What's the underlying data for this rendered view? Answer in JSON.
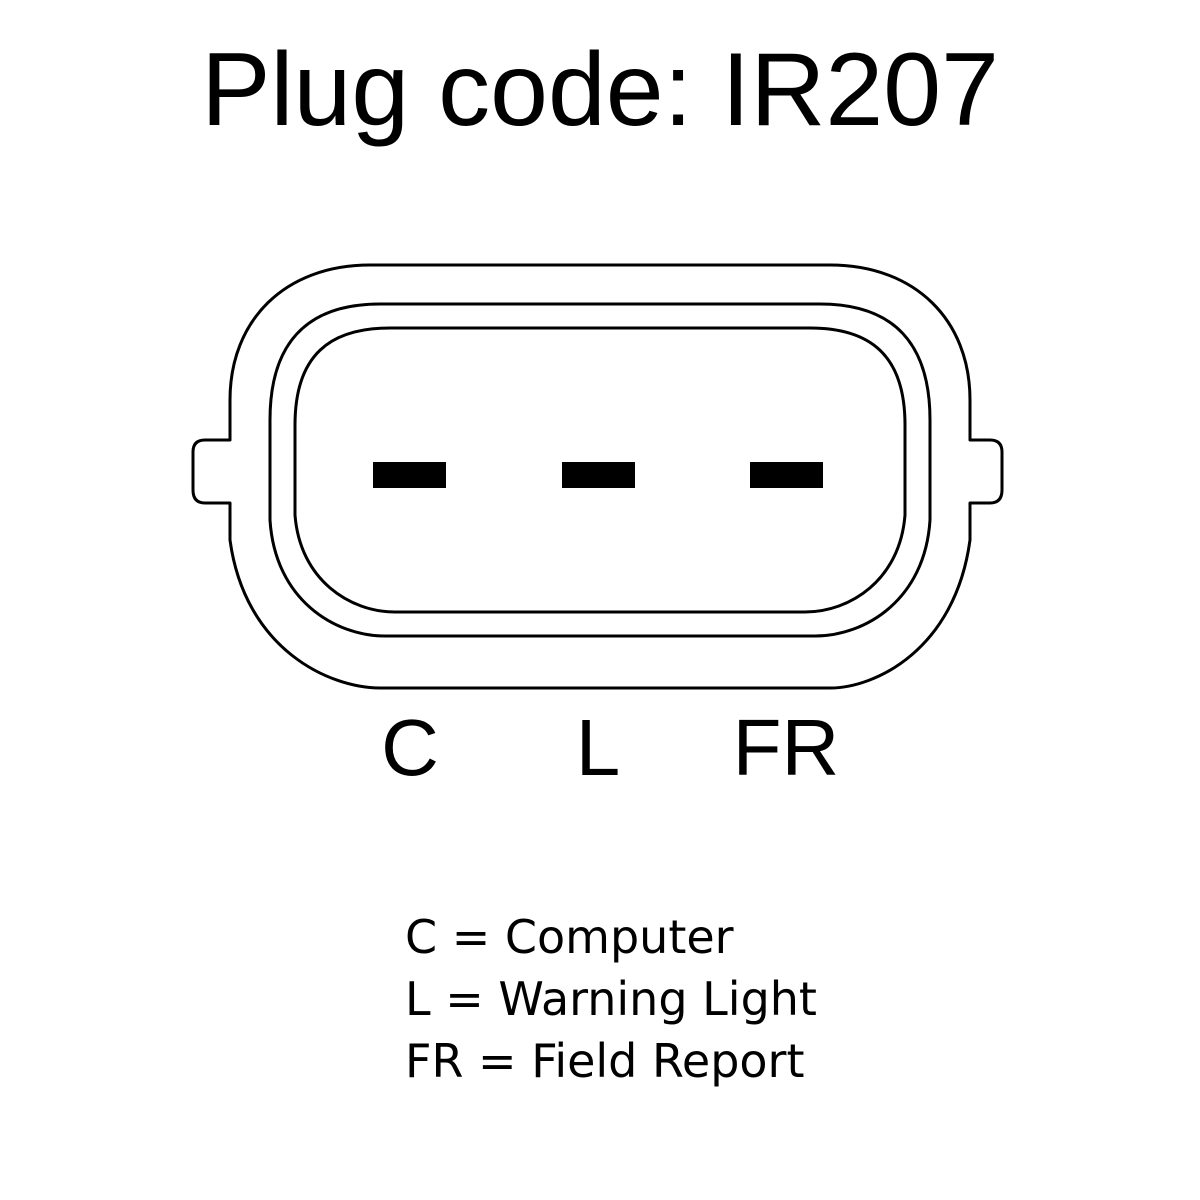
{
  "title": "Plug code: IR207",
  "pins": [
    {
      "code": "C"
    },
    {
      "code": "L"
    },
    {
      "code": "FR"
    }
  ],
  "legend": [
    "C = Computer",
    "L = Warning Light",
    "FR = Field Report"
  ],
  "colors": {
    "background": "#ffffff",
    "ink": "#000000"
  }
}
